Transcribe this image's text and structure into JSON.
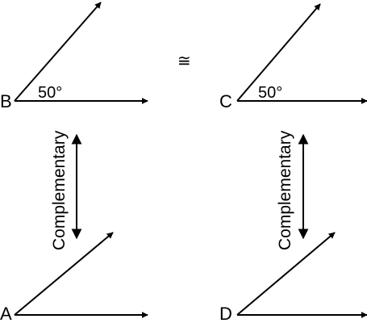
{
  "left_column": {
    "top_vertex": "B",
    "top_angle": "50°",
    "bottom_vertex": "A",
    "relation": "Complementary"
  },
  "right_column": {
    "top_vertex": "C",
    "top_angle": "50°",
    "bottom_vertex": "D",
    "relation": "Complementary"
  },
  "congruence_symbol": "≅",
  "colors": {
    "stroke": "#000000",
    "background": "#ffffff"
  }
}
